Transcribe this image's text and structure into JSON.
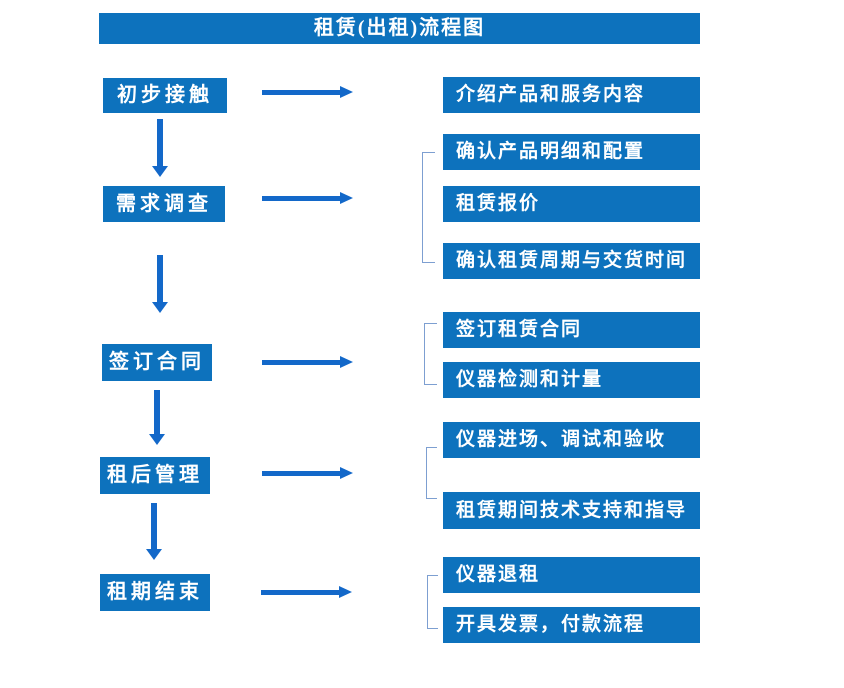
{
  "title": "租赁(出租)流程图",
  "colors": {
    "box_blue": "#0d72bd",
    "arrow_blue": "#1368c9",
    "bracket_blue": "#7d9fd1",
    "text_white": "#ffffff",
    "background": "#ffffff"
  },
  "steps": [
    {
      "label": "初步接触",
      "outputs": [
        "介绍产品和服务内容"
      ]
    },
    {
      "label": "需求调查",
      "outputs": [
        "确认产品明细和配置",
        "租赁报价",
        "确认租赁周期与交货时间"
      ]
    },
    {
      "label": "签订合同",
      "outputs": [
        "签订租赁合同",
        "仪器检测和计量"
      ]
    },
    {
      "label": "租后管理",
      "outputs": [
        "仪器进场、调试和验收",
        "租赁期间技术支持和指导"
      ]
    },
    {
      "label": "租期结束",
      "outputs": [
        "仪器退租",
        "开具发票，付款流程"
      ]
    }
  ]
}
